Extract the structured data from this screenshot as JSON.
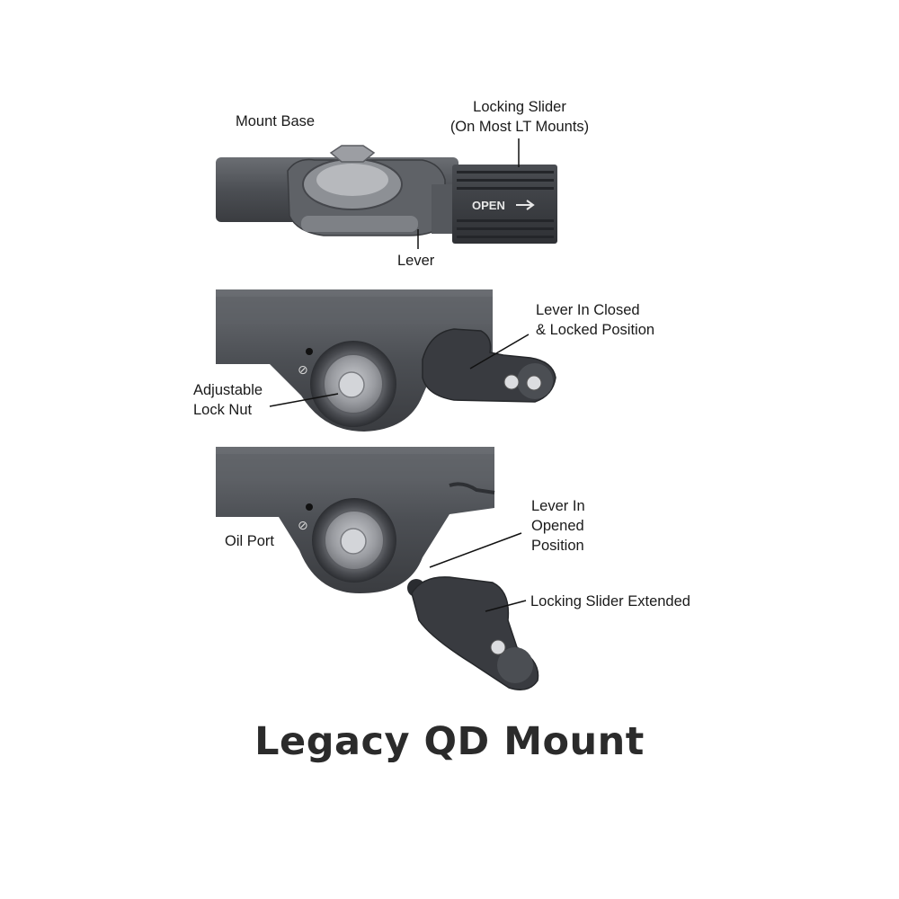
{
  "title": "Legacy QD Mount",
  "panel_1": {
    "mount_base": "Mount Base",
    "locking_slider_line1": "Locking Slider",
    "locking_slider_line2": "(On Most LT Mounts)",
    "open_marking": "OPEN",
    "lever": "Lever"
  },
  "panel_2": {
    "lever_closed_line1": "Lever In Closed",
    "lever_closed_line2": "& Locked Position",
    "lock_nut_line1": "Adjustable",
    "lock_nut_line2": "Lock Nut"
  },
  "panel_3": {
    "lever_opened_line1": "Lever In",
    "lever_opened_line2": "Opened",
    "lever_opened_line3": "Position",
    "oil_port": "Oil Port",
    "locking_slider_extended": "Locking Slider Extended"
  },
  "colors": {
    "metal_dark": "#3c3e42",
    "metal_mid": "#5a5d62",
    "metal_light": "#8a8d92",
    "nut_steel": "#a9abb0",
    "leader_line": "#111111",
    "title": "#2b2b2b"
  }
}
